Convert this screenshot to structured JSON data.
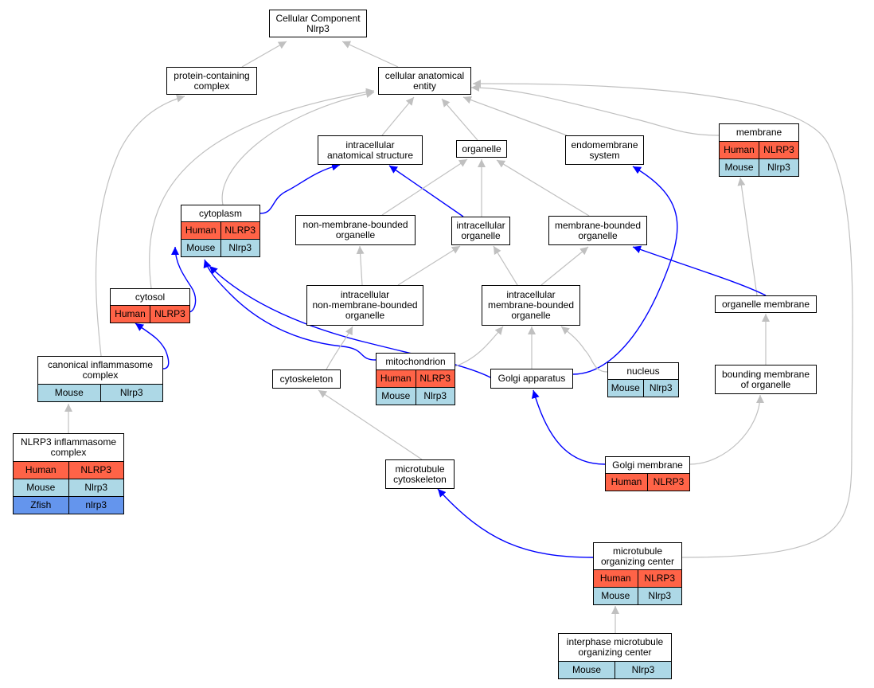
{
  "colors": {
    "human": "#ff6347",
    "mouse": "#add8e6",
    "zfish": "#6495ed",
    "gray_edge": "#c0c0c0",
    "blue_edge": "#0000ff"
  },
  "nodes": {
    "cellular_component": {
      "title": "Cellular Component\nNlrp3"
    },
    "protein_containing_complex": {
      "title": "protein-containing\ncomplex"
    },
    "cellular_anatomical_entity": {
      "title": "cellular anatomical\nentity"
    },
    "intracellular_anatomical_structure": {
      "title": "intracellular\nanatomical structure"
    },
    "organelle": {
      "title": "organelle"
    },
    "endomembrane_system": {
      "title": "endomembrane\nsystem"
    },
    "membrane": {
      "title": "membrane",
      "rows": [
        [
          "Human",
          "NLRP3"
        ],
        [
          "Mouse",
          "Nlrp3"
        ]
      ]
    },
    "cytoplasm": {
      "title": "cytoplasm",
      "rows": [
        [
          "Human",
          "NLRP3"
        ],
        [
          "Mouse",
          "Nlrp3"
        ]
      ]
    },
    "non_membrane_bounded_organelle": {
      "title": "non-membrane-bounded\norganelle"
    },
    "intracellular_organelle": {
      "title": "intracellular\norganelle"
    },
    "membrane_bounded_organelle": {
      "title": "membrane-bounded\norganelle"
    },
    "cytosol": {
      "title": "cytosol",
      "rows": [
        [
          "Human",
          "NLRP3"
        ]
      ]
    },
    "intracellular_non_membrane_bounded_organelle": {
      "title": "intracellular\nnon-membrane-bounded\norganelle"
    },
    "intracellular_membrane_bounded_organelle": {
      "title": "intracellular\nmembrane-bounded\norganelle"
    },
    "organelle_membrane": {
      "title": "organelle membrane"
    },
    "canonical_inflammasome_complex": {
      "title": "canonical inflammasome\ncomplex",
      "rows": [
        [
          "Mouse",
          "Nlrp3"
        ]
      ]
    },
    "mitochondrion": {
      "title": "mitochondrion",
      "rows": [
        [
          "Human",
          "NLRP3"
        ],
        [
          "Mouse",
          "Nlrp3"
        ]
      ]
    },
    "cytoskeleton": {
      "title": "cytoskeleton"
    },
    "golgi_apparatus": {
      "title": "Golgi apparatus"
    },
    "nucleus": {
      "title": "nucleus",
      "rows": [
        [
          "Mouse",
          "Nlrp3"
        ]
      ]
    },
    "bounding_membrane_of_organelle": {
      "title": "bounding membrane\nof organelle"
    },
    "nlrp3_inflammasome_complex": {
      "title": "NLRP3 inflammasome\ncomplex",
      "rows": [
        [
          "Human",
          "NLRP3"
        ],
        [
          "Mouse",
          "Nlrp3"
        ],
        [
          "Zfish",
          "nlrp3"
        ]
      ]
    },
    "microtubule_cytoskeleton": {
      "title": "microtubule\ncytoskeleton"
    },
    "golgi_membrane": {
      "title": "Golgi membrane",
      "rows": [
        [
          "Human",
          "NLRP3"
        ]
      ]
    },
    "microtubule_organizing_center": {
      "title": "microtubule\norganizing center",
      "rows": [
        [
          "Human",
          "NLRP3"
        ],
        [
          "Mouse",
          "Nlrp3"
        ]
      ]
    },
    "interphase_microtubule_organizing_center": {
      "title": "interphase microtubule\norganizing center",
      "rows": [
        [
          "Mouse",
          "Nlrp3"
        ]
      ]
    }
  },
  "edges": [
    {
      "from": "protein_containing_complex",
      "to": "cellular_component",
      "relation": "is_a"
    },
    {
      "from": "cellular_anatomical_entity",
      "to": "cellular_component",
      "relation": "is_a"
    },
    {
      "from": "intracellular_anatomical_structure",
      "to": "cellular_anatomical_entity",
      "relation": "is_a"
    },
    {
      "from": "organelle",
      "to": "cellular_anatomical_entity",
      "relation": "is_a"
    },
    {
      "from": "endomembrane_system",
      "to": "cellular_anatomical_entity",
      "relation": "is_a"
    },
    {
      "from": "membrane",
      "to": "cellular_anatomical_entity",
      "relation": "is_a"
    },
    {
      "from": "cytoplasm",
      "to": "cellular_anatomical_entity",
      "relation": "is_a"
    },
    {
      "from": "cytosol",
      "to": "cellular_anatomical_entity",
      "relation": "is_a"
    },
    {
      "from": "microtubule_organizing_center",
      "to": "cellular_anatomical_entity",
      "relation": "is_a"
    },
    {
      "from": "canonical_inflammasome_complex",
      "to": "protein_containing_complex",
      "relation": "is_a"
    },
    {
      "from": "cytoplasm",
      "to": "intracellular_anatomical_structure",
      "relation": "part_of"
    },
    {
      "from": "intracellular_organelle",
      "to": "intracellular_anatomical_structure",
      "relation": "part_of"
    },
    {
      "from": "non_membrane_bounded_organelle",
      "to": "organelle",
      "relation": "is_a"
    },
    {
      "from": "intracellular_organelle",
      "to": "organelle",
      "relation": "is_a"
    },
    {
      "from": "membrane_bounded_organelle",
      "to": "organelle",
      "relation": "is_a"
    },
    {
      "from": "golgi_apparatus",
      "to": "endomembrane_system",
      "relation": "part_of"
    },
    {
      "from": "organelle_membrane",
      "to": "membrane",
      "relation": "is_a"
    },
    {
      "from": "intracellular_non_membrane_bounded_organelle",
      "to": "non_membrane_bounded_organelle",
      "relation": "is_a"
    },
    {
      "from": "intracellular_non_membrane_bounded_organelle",
      "to": "intracellular_organelle",
      "relation": "is_a"
    },
    {
      "from": "intracellular_membrane_bounded_organelle",
      "to": "intracellular_organelle",
      "relation": "is_a"
    },
    {
      "from": "intracellular_membrane_bounded_organelle",
      "to": "membrane_bounded_organelle",
      "relation": "is_a"
    },
    {
      "from": "organelle_membrane",
      "to": "membrane_bounded_organelle",
      "relation": "part_of"
    },
    {
      "from": "cytosol",
      "to": "cytoplasm",
      "relation": "part_of"
    },
    {
      "from": "mitochondrion",
      "to": "cytoplasm",
      "relation": "part_of"
    },
    {
      "from": "golgi_apparatus",
      "to": "cytoplasm",
      "relation": "part_of"
    },
    {
      "from": "canonical_inflammasome_complex",
      "to": "cytosol",
      "relation": "part_of"
    },
    {
      "from": "cytoskeleton",
      "to": "intracellular_non_membrane_bounded_organelle",
      "relation": "is_a"
    },
    {
      "from": "mitochondrion",
      "to": "intracellular_membrane_bounded_organelle",
      "relation": "is_a"
    },
    {
      "from": "golgi_apparatus",
      "to": "intracellular_membrane_bounded_organelle",
      "relation": "is_a"
    },
    {
      "from": "nucleus",
      "to": "intracellular_membrane_bounded_organelle",
      "relation": "is_a"
    },
    {
      "from": "bounding_membrane_of_organelle",
      "to": "organelle_membrane",
      "relation": "is_a"
    },
    {
      "from": "nlrp3_inflammasome_complex",
      "to": "canonical_inflammasome_complex",
      "relation": "is_a"
    },
    {
      "from": "microtubule_cytoskeleton",
      "to": "cytoskeleton",
      "relation": "is_a"
    },
    {
      "from": "golgi_membrane",
      "to": "golgi_apparatus",
      "relation": "part_of"
    },
    {
      "from": "golgi_membrane",
      "to": "bounding_membrane_of_organelle",
      "relation": "is_a"
    },
    {
      "from": "microtubule_organizing_center",
      "to": "microtubule_cytoskeleton",
      "relation": "part_of"
    },
    {
      "from": "interphase_microtubule_organizing_center",
      "to": "microtubule_organizing_center",
      "relation": "is_a"
    }
  ]
}
